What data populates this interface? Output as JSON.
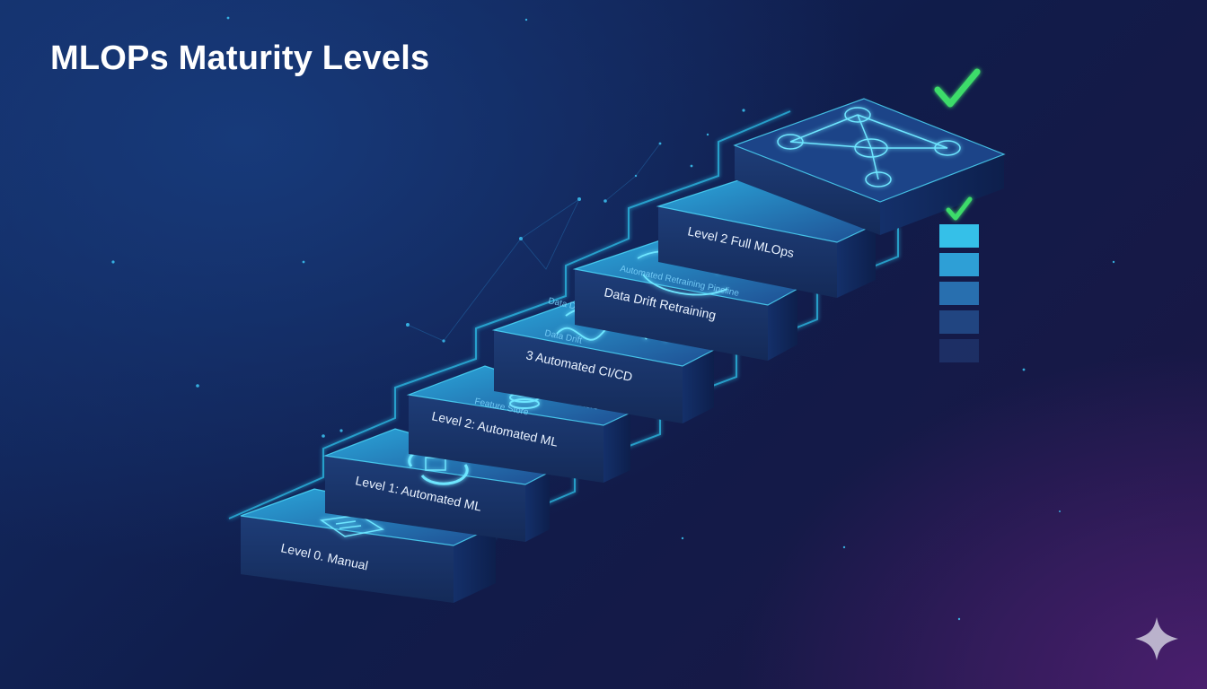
{
  "title": "MLOPs Maturity Levels",
  "steps": [
    {
      "label": "Level 0. Manual",
      "icon": "clipboard-icon"
    },
    {
      "label": "Level 1: Automated ML",
      "icon": "refresh-cycle-icon"
    },
    {
      "label": "Level 2: Automated ML",
      "icon": "feature-store-icon",
      "sublabels": [
        "Feature Store",
        "Feature Store"
      ]
    },
    {
      "label": "3 Automated CI/CD",
      "icon": "data-wave-icon",
      "sublabels": [
        "Data Drift Monitoring",
        "Data Drift"
      ]
    },
    {
      "label": "Data Drift Retraining",
      "icon": "retraining-cycle-icon",
      "sublabels": [
        "Automated Retraining Pipeline"
      ]
    },
    {
      "label": "Level 2 Full MLOps",
      "icon": "network-icon"
    }
  ],
  "colors": {
    "accent": "#2ec9f2",
    "check": "#3ddc6a",
    "background": "#122a60"
  },
  "icons": [
    "check-icon",
    "sparkle-icon"
  ]
}
